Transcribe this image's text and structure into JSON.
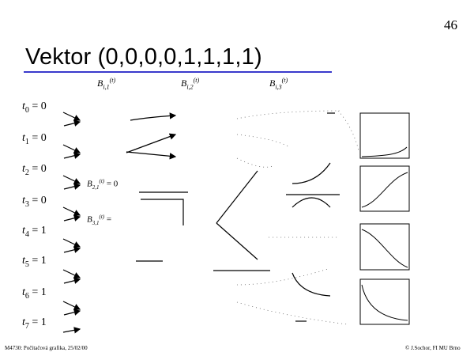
{
  "page_number": "46",
  "title": "Vektor (0,0,0,0,1,1,1,1)",
  "column_headers": [
    {
      "base": "B",
      "sub": "i,1",
      "sup": "(t)"
    },
    {
      "base": "B",
      "sub": "i,2",
      "sup": "(t)"
    },
    {
      "base": "B",
      "sub": "i,3",
      "sup": "(t)"
    }
  ],
  "knots": [
    {
      "name": "t",
      "index": "0",
      "value": "0"
    },
    {
      "name": "t",
      "index": "1",
      "value": "0"
    },
    {
      "name": "t",
      "index": "2",
      "value": "0"
    },
    {
      "name": "t",
      "index": "3",
      "value": "0"
    },
    {
      "name": "t",
      "index": "4",
      "value": "1"
    },
    {
      "name": "t",
      "index": "5",
      "value": "1"
    },
    {
      "name": "t",
      "index": "6",
      "value": "1"
    },
    {
      "name": "t",
      "index": "7",
      "value": "1"
    }
  ],
  "basis_labels": [
    {
      "base": "B",
      "sub": "2,1",
      "sup": "(t)",
      "rest": " = 0"
    },
    {
      "base": "B",
      "sub": "3,1",
      "sup": "(t)",
      "rest": " ="
    }
  ],
  "footer": {
    "left": "M4730: Počítačová grafika, 25/02/00",
    "right": "© J.Sochor, FI MU Brno"
  }
}
